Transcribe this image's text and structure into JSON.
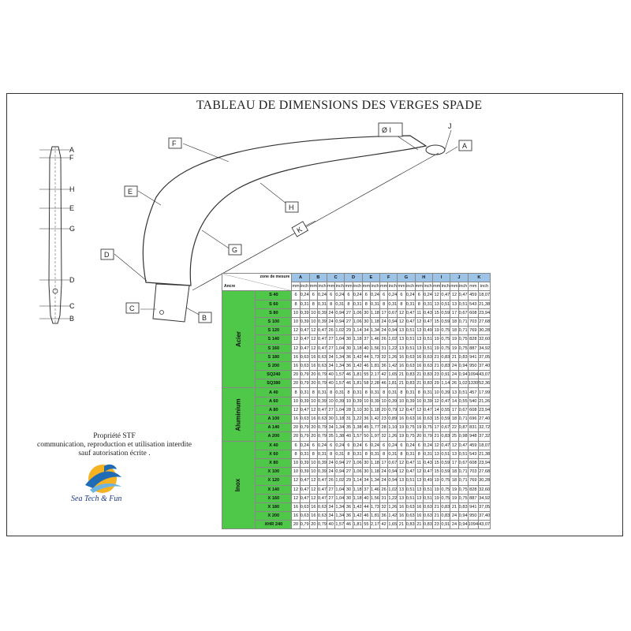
{
  "title": "TABLEAU DE DIMENSIONS DES VERGES SPADE",
  "diagram": {
    "labels": {
      "A": "A",
      "B": "B",
      "C": "C",
      "D": "D",
      "E": "E",
      "F": "F",
      "G": "G",
      "H": "H",
      "I": "Ø I",
      "J": "J",
      "K": "K"
    },
    "side_labels": [
      "A",
      "F",
      "H",
      "E",
      "G",
      "D",
      "C",
      "B"
    ]
  },
  "table": {
    "corner_top": "zone de mesure",
    "corner_bottom": "Ancre",
    "columns": [
      "A",
      "B",
      "C",
      "D",
      "E",
      "F",
      "G",
      "H",
      "I",
      "J",
      "K"
    ],
    "units": [
      "mm",
      "inch"
    ],
    "groups": [
      {
        "name": "Acier",
        "rows": [
          {
            "model": "S 40",
            "v": [
              "6",
              "0,24",
              "6",
              "0,24",
              "6",
              "0,24",
              "6",
              "0,24",
              "6",
              "0,24",
              "6",
              "0,24",
              "6",
              "0,24",
              "6",
              "0,24",
              "12",
              "0,47",
              "12",
              "0,47",
              "459",
              "18,07"
            ]
          },
          {
            "model": "S 60",
            "v": [
              "8",
              "0,31",
              "8",
              "0,31",
              "8",
              "0,31",
              "8",
              "0,31",
              "8",
              "0,31",
              "8",
              "0,31",
              "8",
              "0,31",
              "8",
              "0,31",
              "13",
              "0,51",
              "13",
              "0,51",
              "543",
              "21,38"
            ]
          },
          {
            "model": "S 80",
            "v": [
              "10",
              "0,39",
              "10",
              "0,39",
              "24",
              "0,94",
              "27",
              "1,06",
              "30",
              "1,18",
              "17",
              "0,67",
              "12",
              "0,47",
              "11",
              "0,43",
              "15",
              "0,59",
              "17",
              "0,67",
              "608",
              "23,94"
            ]
          },
          {
            "model": "S 100",
            "v": [
              "10",
              "0,39",
              "10",
              "0,39",
              "24",
              "0,94",
              "27",
              "1,06",
              "30",
              "1,18",
              "24",
              "0,94",
              "12",
              "0,47",
              "12",
              "0,47",
              "15",
              "0,59",
              "18",
              "0,71",
              "703",
              "27,68"
            ]
          },
          {
            "model": "S 120",
            "v": [
              "12",
              "0,47",
              "12",
              "0,47",
              "26",
              "1,02",
              "29",
              "1,14",
              "34",
              "1,34",
              "24",
              "0,94",
              "13",
              "0,51",
              "13",
              "0,49",
              "19",
              "0,75",
              "18",
              "0,71",
              "769",
              "30,28"
            ]
          },
          {
            "model": "S 140",
            "v": [
              "12",
              "0,47",
              "12",
              "0,47",
              "27",
              "1,04",
              "30",
              "1,18",
              "37",
              "1,46",
              "26",
              "1,02",
              "13",
              "0,51",
              "13",
              "0,51",
              "19",
              "0,75",
              "19",
              "0,75",
              "828",
              "32,60"
            ]
          },
          {
            "model": "S 160",
            "v": [
              "12",
              "0,47",
              "12",
              "0,47",
              "27",
              "1,04",
              "30",
              "1,18",
              "40",
              "1,56",
              "31",
              "1,22",
              "13",
              "0,51",
              "13",
              "0,51",
              "19",
              "0,75",
              "19",
              "0,75",
              "887",
              "34,92"
            ]
          },
          {
            "model": "S 180",
            "v": [
              "16",
              "0,63",
              "16",
              "0,63",
              "34",
              "1,34",
              "36",
              "1,42",
              "44",
              "1,73",
              "32",
              "1,26",
              "16",
              "0,63",
              "16",
              "0,63",
              "21",
              "0,83",
              "21",
              "0,83",
              "941",
              "37,05"
            ]
          },
          {
            "model": "S 200",
            "v": [
              "16",
              "0,63",
              "16",
              "0,63",
              "34",
              "1,34",
              "36",
              "1,42",
              "46",
              "1,81",
              "36",
              "1,42",
              "16",
              "0,63",
              "16",
              "0,63",
              "21",
              "0,83",
              "24",
              "0,94",
              "950",
              "37,40"
            ]
          },
          {
            "model": "SQ240",
            "v": [
              "20",
              "0,79",
              "20",
              "0,79",
              "40",
              "1,57",
              "46",
              "1,81",
              "55",
              "2,17",
              "42",
              "1,65",
              "21",
              "0,83",
              "21",
              "0,83",
              "23",
              "0,91",
              "24",
              "0,94",
              "1094",
              "43,07"
            ]
          },
          {
            "model": "SQ380",
            "v": [
              "20",
              "0,79",
              "20",
              "0,79",
              "40",
              "1,57",
              "46",
              "1,81",
              "58",
              "2,28",
              "46",
              "1,81",
              "21",
              "0,83",
              "21",
              "0,83",
              "29",
              "1,14",
              "26",
              "1,02",
              "1330",
              "52,36"
            ]
          }
        ]
      },
      {
        "name": "Aluminium",
        "rows": [
          {
            "model": "A 40",
            "v": [
              "8",
              "0,31",
              "8",
              "0,31",
              "8",
              "0,31",
              "8",
              "0,31",
              "8",
              "0,31",
              "8",
              "0,31",
              "8",
              "0,31",
              "8",
              "0,31",
              "10",
              "0,39",
              "13",
              "0,51",
              "457",
              "17,99"
            ]
          },
          {
            "model": "A 60",
            "v": [
              "10",
              "0,39",
              "10",
              "0,39",
              "10",
              "0,39",
              "10",
              "0,39",
              "10",
              "0,39",
              "10",
              "0,39",
              "10",
              "0,39",
              "10",
              "0,39",
              "12",
              "0,47",
              "14",
              "0,55",
              "540",
              "21,26"
            ]
          },
          {
            "model": "A 80",
            "v": [
              "12",
              "0,47",
              "12",
              "0,47",
              "27",
              "1,04",
              "28",
              "1,10",
              "30",
              "1,18",
              "20",
              "0,79",
              "12",
              "0,47",
              "12",
              "0,47",
              "14",
              "0,55",
              "17",
              "0,67",
              "608",
              "23,94"
            ]
          },
          {
            "model": "A 100",
            "v": [
              "16",
              "0,63",
              "16",
              "0,63",
              "30",
              "1,18",
              "31",
              "1,22",
              "36",
              "1,42",
              "23",
              "0,89",
              "16",
              "0,63",
              "16",
              "0,63",
              "15",
              "0,59",
              "18",
              "0,71",
              "696",
              "27,40"
            ]
          },
          {
            "model": "A 140",
            "v": [
              "20",
              "0,79",
              "20",
              "0,79",
              "34",
              "1,34",
              "35",
              "1,38",
              "45",
              "1,77",
              "28",
              "1,10",
              "19",
              "0,75",
              "19",
              "0,75",
              "17",
              "0,67",
              "22",
              "0,87",
              "831",
              "32,72"
            ]
          },
          {
            "model": "A 200",
            "v": [
              "20",
              "0,79",
              "20",
              "0,79",
              "35",
              "1,38",
              "40",
              "1,57",
              "50",
              "1,97",
              "32",
              "1,26",
              "19",
              "0,75",
              "20",
              "0,79",
              "21",
              "0,83",
              "25",
              "0,98",
              "948",
              "37,32"
            ]
          }
        ]
      },
      {
        "name": "Inox",
        "rows": [
          {
            "model": "X 40",
            "v": [
              "6",
              "0,24",
              "6",
              "0,24",
              "6",
              "0,24",
              "6",
              "0,24",
              "6",
              "0,24",
              "6",
              "0,24",
              "6",
              "0,24",
              "6",
              "0,24",
              "12",
              "0,47",
              "12",
              "0,47",
              "459",
              "18,07"
            ]
          },
          {
            "model": "X 60",
            "v": [
              "8",
              "0,31",
              "8",
              "0,31",
              "8",
              "0,31",
              "8",
              "0,31",
              "8",
              "0,31",
              "8",
              "0,31",
              "8",
              "0,31",
              "8",
              "0,31",
              "13",
              "0,51",
              "13",
              "0,51",
              "543",
              "21,38"
            ]
          },
          {
            "model": "X 80",
            "v": [
              "10",
              "0,39",
              "10",
              "0,39",
              "24",
              "0,94",
              "27",
              "1,06",
              "30",
              "1,18",
              "17",
              "0,67",
              "12",
              "0,47",
              "11",
              "0,43",
              "15",
              "0,59",
              "17",
              "0,67",
              "608",
              "23,94"
            ]
          },
          {
            "model": "X 100",
            "v": [
              "10",
              "0,39",
              "10",
              "0,39",
              "24",
              "0,94",
              "27",
              "1,06",
              "30",
              "1,18",
              "24",
              "0,94",
              "12",
              "0,47",
              "12",
              "0,47",
              "15",
              "0,59",
              "18",
              "0,71",
              "703",
              "27,68"
            ]
          },
          {
            "model": "X 120",
            "v": [
              "12",
              "0,47",
              "12",
              "0,47",
              "26",
              "1,02",
              "29",
              "1,14",
              "34",
              "1,34",
              "24",
              "0,94",
              "13",
              "0,51",
              "13",
              "0,49",
              "19",
              "0,75",
              "18",
              "0,71",
              "769",
              "30,28"
            ]
          },
          {
            "model": "X 140",
            "v": [
              "12",
              "0,47",
              "12",
              "0,47",
              "27",
              "1,04",
              "30",
              "1,18",
              "37",
              "1,46",
              "26",
              "1,02",
              "13",
              "0,51",
              "13",
              "0,51",
              "19",
              "0,75",
              "19",
              "0,75",
              "828",
              "32,60"
            ]
          },
          {
            "model": "X 160",
            "v": [
              "12",
              "0,47",
              "12",
              "0,47",
              "27",
              "1,04",
              "30",
              "1,18",
              "40",
              "1,56",
              "31",
              "1,22",
              "13",
              "0,51",
              "13",
              "0,51",
              "19",
              "0,75",
              "19",
              "0,75",
              "887",
              "34,92"
            ]
          },
          {
            "model": "X 180",
            "v": [
              "16",
              "0,63",
              "16",
              "0,63",
              "34",
              "1,34",
              "36",
              "1,42",
              "44",
              "1,73",
              "32",
              "1,26",
              "16",
              "0,63",
              "16",
              "0,63",
              "21",
              "0,83",
              "21",
              "0,83",
              "941",
              "37,05"
            ]
          },
          {
            "model": "X 200",
            "v": [
              "16",
              "0,63",
              "16",
              "0,63",
              "34",
              "1,34",
              "36",
              "1,42",
              "46",
              "1,81",
              "36",
              "1,42",
              "16",
              "0,63",
              "16",
              "0,63",
              "21",
              "0,83",
              "24",
              "0,94",
              "950",
              "37,40"
            ]
          },
          {
            "model": "XHR 240",
            "v": [
              "20",
              "0,79",
              "20",
              "0,79",
              "40",
              "1,57",
              "46",
              "1,81",
              "55",
              "2,17",
              "42",
              "1,65",
              "21",
              "0,83",
              "21",
              "0,83",
              "23",
              "0,91",
              "24",
              "0,94",
              "1094",
              "43,07"
            ]
          }
        ]
      }
    ]
  },
  "footer": {
    "line1": "Propriété STF",
    "line2": "communication, reproduction et utilisation interdite",
    "line3": "sauf autorisation écrite .",
    "logo_text": "Sea Tech & Fun"
  }
}
